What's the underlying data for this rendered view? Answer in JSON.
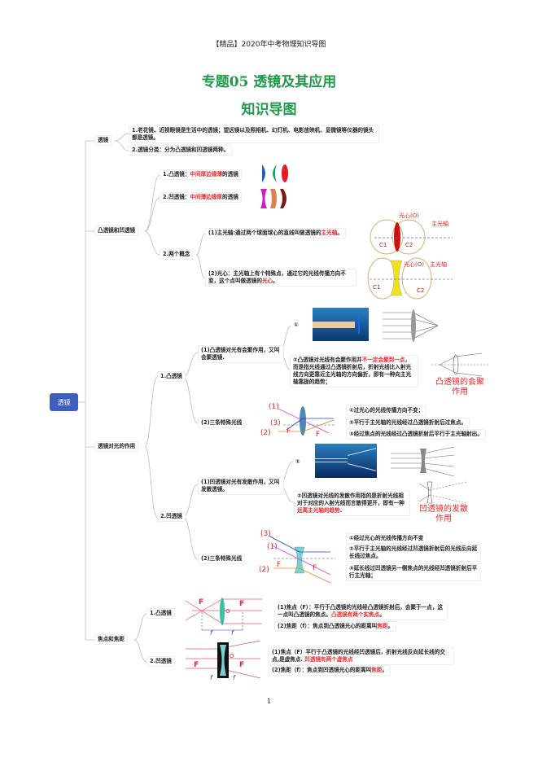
{
  "header": "【精品】2020年中考物理知识导图",
  "title": "专题05  透镜及其应用",
  "subtitle": "知识导图",
  "root": "透镜",
  "colors": {
    "accent_green": "#1f9a4a",
    "root_blue": "#3f5fbf",
    "highlight_red": "#e8262a"
  },
  "branches": {
    "lens": {
      "label": "透镜",
      "items": [
        "1.老花镜、近视眼镜是生活中的透镜；望远镜以及照相机、幻灯机、电影放映机、显微镜等仪器的镜头都是透镜。",
        "2.透镜分类：分为凸透镜和凹透镜两种。"
      ]
    },
    "types": {
      "label": "凸透镜和凹透镜",
      "convex": {
        "pre": "1.凸透镜：",
        "red": "中间厚边缘薄",
        "post": "的透镜"
      },
      "concave": {
        "pre": "2.凹透镜：",
        "red": "中间薄边缘厚",
        "post": "的透镜"
      },
      "concepts": {
        "label": "2.两个概念",
        "axis": {
          "pre": "(1)主光轴:通过两个球面球心的直线叫做透镜的",
          "red": "主光轴",
          "post": "。"
        },
        "center": {
          "pre": "(2)光心：主光轴上有个特殊点，通过它的光线传播方向不变，这个点叫做透镜的",
          "red": "光心",
          "post": "。"
        },
        "fig_labels": {
          "center": "光心(O)",
          "axis": "主光轴",
          "c1": "C1",
          "c2": "C2"
        }
      }
    },
    "effect": {
      "label": "透镜对光的作用",
      "convex": {
        "label": "1.凸透镜",
        "converge": "(1)凸透镜对光有会聚作用，又叫会聚透镜.",
        "n1": "①",
        "n2": {
          "pre": "②凸透镜对光线有会聚作用并",
          "red": "不一定会聚到一点",
          "post": "，而是指光线通过凸透镜折射后，折射光线比入射光线方向更靠近主光轴的方向偏折，即有一种向主光轴靠拢的趋势；"
        },
        "caption": "凸透镜的会聚作用",
        "rays_label": "(2)三条特殊光线",
        "rays": [
          "①过光心的光线传播方向不变；",
          "②平行于主光轴的光线经过凸透镜折射后过焦点。",
          "③经过焦点的光线经过凸透镜折射后平行于主光轴射出。"
        ],
        "fig_labels": [
          "(1)",
          "(3)",
          "(2)",
          "F",
          "F"
        ]
      },
      "concave": {
        "label": "2.凹透镜",
        "diverge": "(1)凹透镜对光有发散作用，又叫发散透镜。",
        "n1": "①",
        "n2": {
          "pre": "②凹透镜对光线的发散作用指的是折射光线相对于对应的入射光线而言散得更开，即有一种",
          "red": "远离主光轴的趋势",
          "post": "."
        },
        "caption": "凹透镜的发散作用",
        "rays_label": "(2)三条特殊光线",
        "rays": [
          "①经过光心的光线传播方向不变",
          "②平行于主光轴的光线经过凹透镜折射后的光线反向延长线过焦点。",
          "③延长线过凹透镜另一侧焦点的光线经凹透镜折射后平行主光轴；"
        ],
        "fig_labels": [
          "(3)",
          "(1)",
          "(2)",
          "F",
          "F"
        ]
      }
    },
    "focus": {
      "label": "焦点和焦距",
      "convex": {
        "label": "1.凸透镜",
        "point": {
          "pre": "(1)焦点（F）：平行于凸透镜的光线经凸透镜折射后，会聚于一点，这一点叫凸透镜的焦点。",
          "red": "凸透镜有两个实焦点",
          "post": "。"
        },
        "length": {
          "pre": "(2)焦距（f）：焦点到凸透镜光心的距离叫",
          "red": "焦距",
          "post": "。"
        }
      },
      "concave": {
        "label": "2.凹透镜",
        "point": {
          "pre": "(1)焦点（F）平行于凸透镜的光线经凹透镜后，折射光线反向延长线的交点,是虚焦点. ",
          "red": "凹透镜有两个虚焦点",
          "post": ""
        },
        "length": {
          "pre": "(2)焦距（f）：焦点到凹透镜光心的距离叫",
          "red": "焦距",
          "post": "。"
        }
      },
      "fig_labels": {
        "F": "F",
        "O": "O",
        "f": "f"
      }
    }
  },
  "page_number": "1"
}
